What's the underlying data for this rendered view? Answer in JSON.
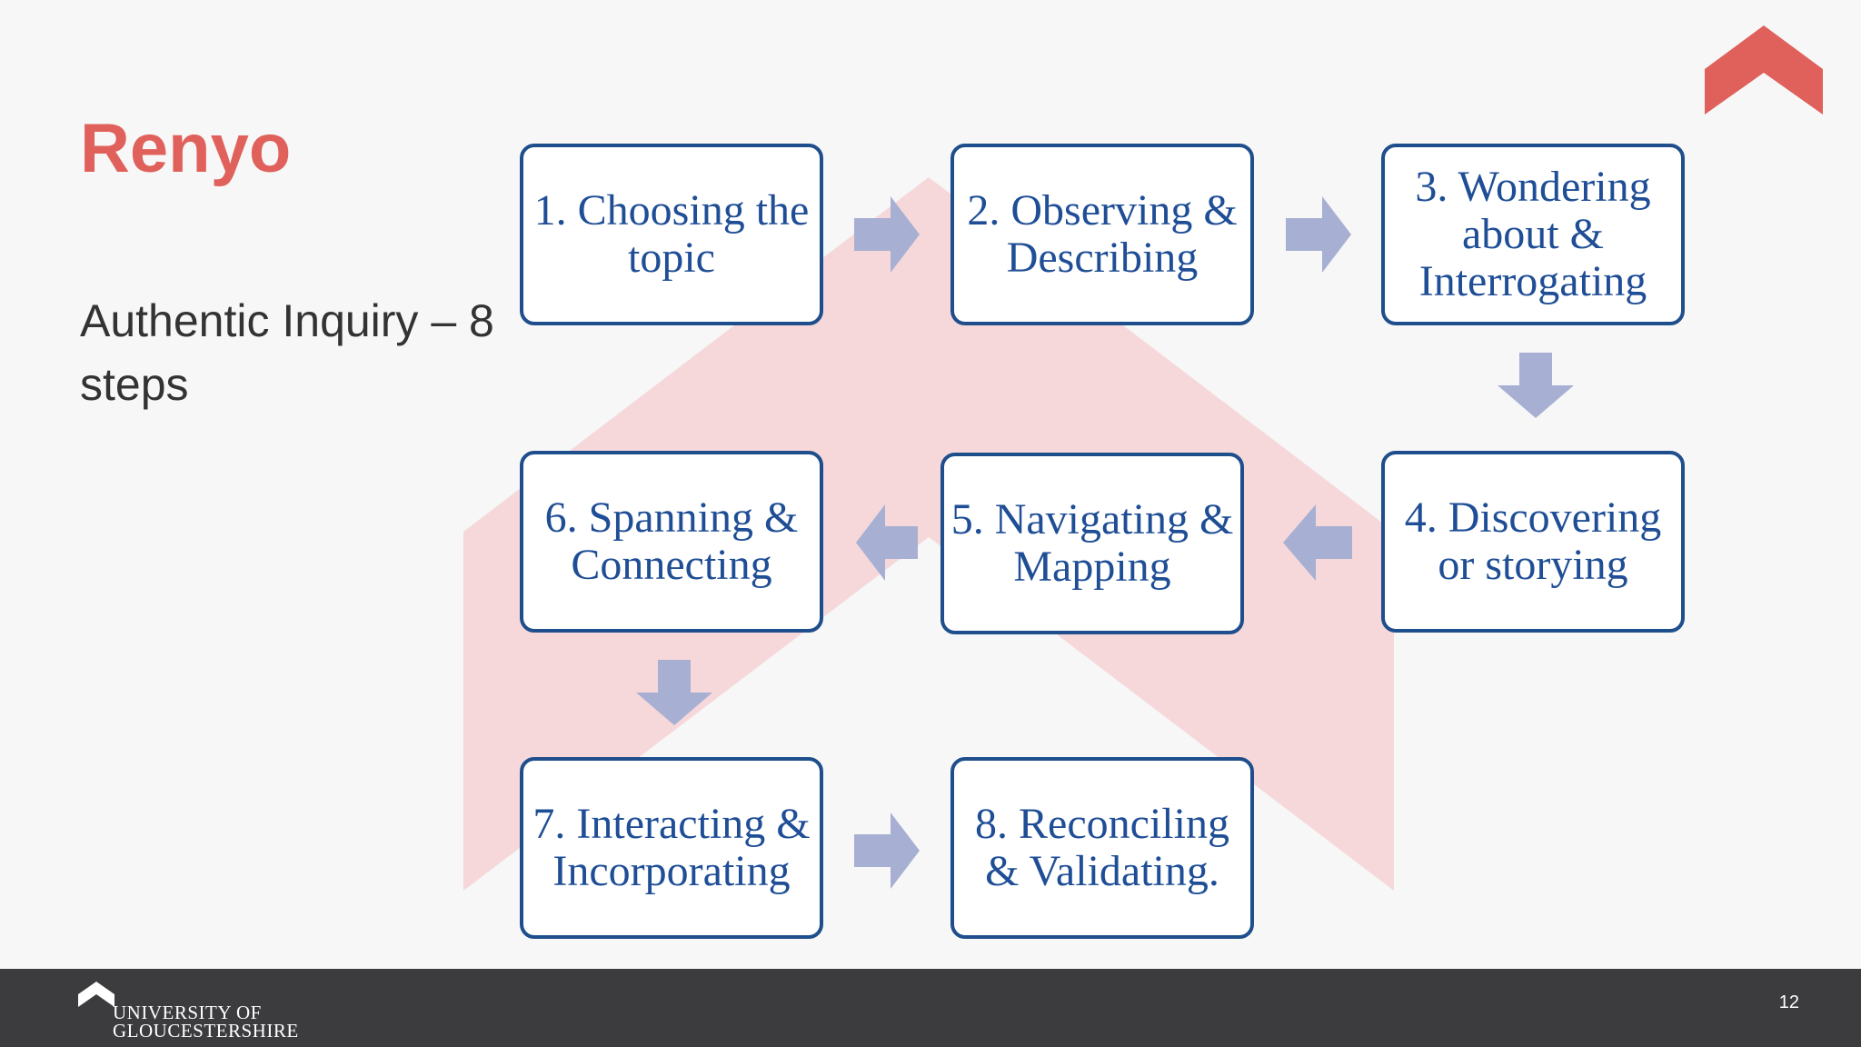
{
  "slide": {
    "title": "Renyo",
    "subtitle": "Authentic Inquiry – 8 steps",
    "page_number": "12"
  },
  "diagram": {
    "steps": [
      {
        "id": 1,
        "label": "1. Choosing the topic"
      },
      {
        "id": 2,
        "label": "2. Observing & Describing"
      },
      {
        "id": 3,
        "label": "3. Wondering about & Interrogating"
      },
      {
        "id": 4,
        "label": "4. Discovering or storying"
      },
      {
        "id": 5,
        "label": "5. Navigating & Mapping"
      },
      {
        "id": 6,
        "label": "6. Spanning & Connecting"
      },
      {
        "id": 7,
        "label": "7. Interacting & Incorporating"
      },
      {
        "id": 8,
        "label": "8. Reconciling & Validating."
      }
    ],
    "flow": [
      [
        1,
        2
      ],
      [
        2,
        3
      ],
      [
        3,
        4
      ],
      [
        4,
        5
      ],
      [
        5,
        6
      ],
      [
        6,
        7
      ],
      [
        7,
        8
      ]
    ],
    "colors": {
      "box_border": "#1f4e8c",
      "box_text": "#1f4e96",
      "arrow": "#a7b0d3",
      "background_chevron": "#f6cdd0"
    }
  },
  "branding": {
    "university_line1": "UNIVERSITY OF",
    "university_line2": "GLOUCESTERSHIRE",
    "accent_color": "#e0615b",
    "footer_color": "#3c3c3f"
  }
}
